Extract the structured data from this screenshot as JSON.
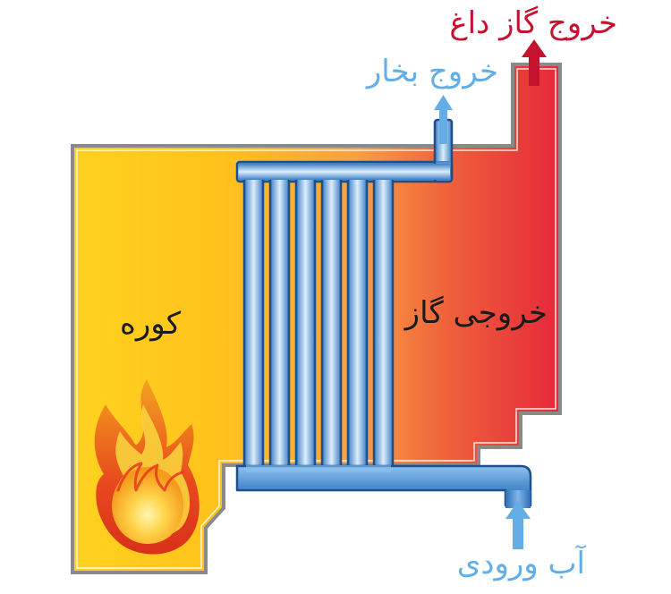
{
  "labels": {
    "hot_gas_outlet": "خروج گاز داغ",
    "steam_outlet": "خروج بخار",
    "furnace": "کوره",
    "gas_outlet": "خروجی گاز",
    "water_inlet": "آب ورودی"
  },
  "colors": {
    "furnace_yellow": "#FFD21F",
    "mid_orange": "#F8A043",
    "gas_red": "#E5283A",
    "water_light_blue": "#BFDDF5",
    "water_blue": "#4E8FD1",
    "pipe_outline": "#1C4F8C",
    "label_red": "#C4122F",
    "label_blue": "#63AEE6",
    "label_black": "#1A1A1A",
    "wall_gray": "#8A8A8A"
  },
  "icons": {
    "flame": "flame-icon",
    "arrow_up": "arrow-up-icon"
  }
}
